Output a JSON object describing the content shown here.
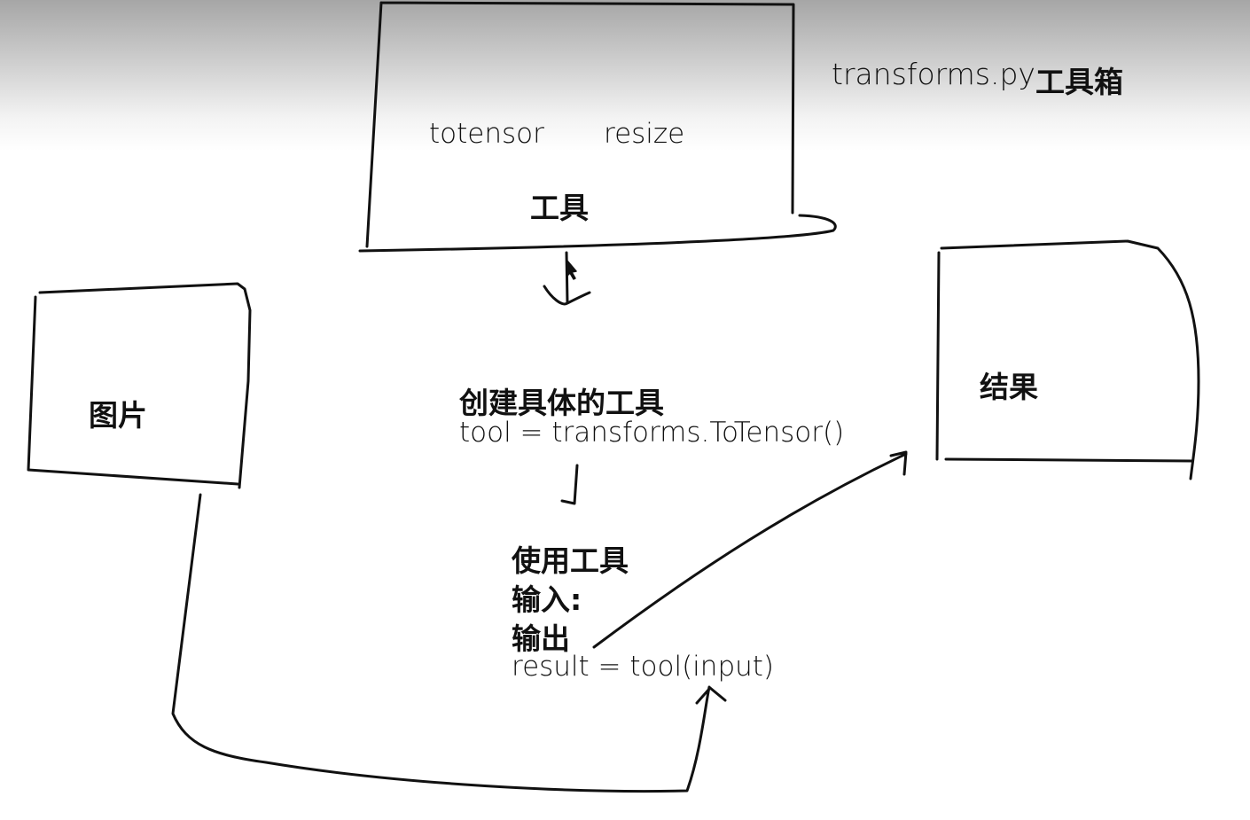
{
  "header": {
    "module_text": "transforms.py",
    "toolbox_text": "工具箱"
  },
  "toolbox": {
    "item_totensor": "totensor",
    "item_resize": "resize",
    "caption": "工具"
  },
  "input_box": {
    "label": "图片"
  },
  "result_box": {
    "label": "结果"
  },
  "create_step": {
    "heading": "创建具体的工具",
    "code": "tool = transforms.ToTensor()"
  },
  "use_step": {
    "heading": "使用工具",
    "input_label": "输入:",
    "output_label": "输出",
    "code": "result = tool(input)"
  }
}
